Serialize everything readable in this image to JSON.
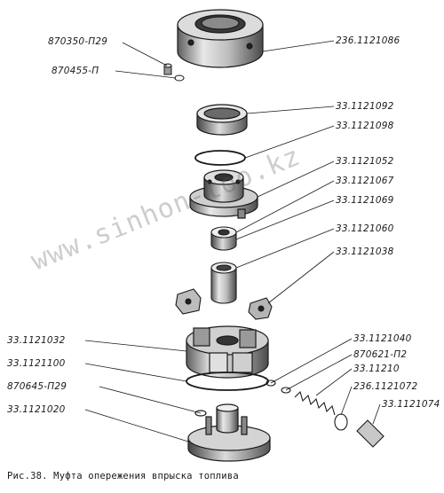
{
  "diagram": {
    "caption": "Рис.38. Муфта опережения впрыска топлива",
    "watermark": "www.sinhon-too.kz",
    "colors": {
      "ink": "#1a1a1a",
      "shade": "#7a7a7a",
      "light": "#d6d6d6",
      "paper": "#ffffff"
    },
    "labels": [
      {
        "id": "l1",
        "text": "870350-П29"
      },
      {
        "id": "l2",
        "text": "870455-П"
      },
      {
        "id": "l3",
        "text": "236.1121086"
      },
      {
        "id": "l4",
        "text": "33.1121092"
      },
      {
        "id": "l5",
        "text": "33.1121098"
      },
      {
        "id": "l6",
        "text": "33.1121052"
      },
      {
        "id": "l7",
        "text": "33.1121067"
      },
      {
        "id": "l8",
        "text": "33.1121069"
      },
      {
        "id": "l9",
        "text": "33.1121060"
      },
      {
        "id": "l10",
        "text": "33.1121038"
      },
      {
        "id": "l11",
        "text": "33.1121032"
      },
      {
        "id": "l12",
        "text": "33.1121100"
      },
      {
        "id": "l13",
        "text": "870645-П29"
      },
      {
        "id": "l14",
        "text": "33.1121020"
      },
      {
        "id": "l15",
        "text": "33.1121040"
      },
      {
        "id": "l16",
        "text": "870621-П2"
      },
      {
        "id": "l17",
        "text": "33.11210"
      },
      {
        "id": "l18",
        "text": "236.1121072"
      },
      {
        "id": "l19",
        "text": "33.1121074"
      }
    ]
  }
}
